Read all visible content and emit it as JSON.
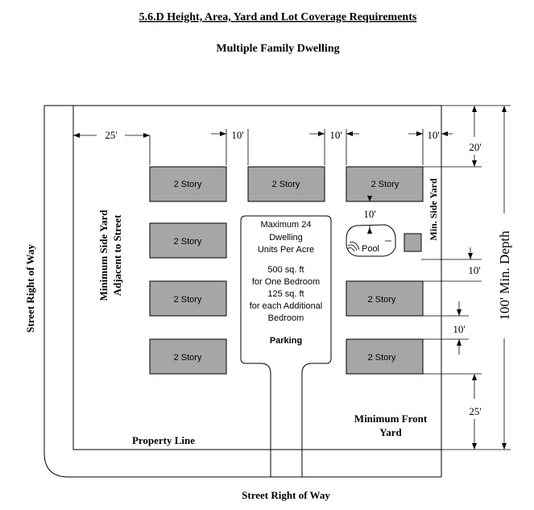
{
  "header": {
    "title": "5.6.D  Height, Area, Yard and Lot Coverage Requirements",
    "subtitle": "Multiple Family Dwelling"
  },
  "labels": {
    "street_left": "Street Right of Way",
    "street_bottom": "Street Right of Way",
    "side_yard_street_line1": "Minimum Side Yard",
    "side_yard_street_line2": "Adjacent to Street",
    "min_side_yard": "Min. Side Yard",
    "min_depth": "100' Min. Depth",
    "front_yard_line1": "Minimum Front",
    "front_yard_line2": "Yard",
    "property_line": "Property Line",
    "parking": "Parking",
    "pool": "Pool"
  },
  "center_text": [
    "Maximum 24",
    "Dwelling",
    "Units Per Acre",
    "",
    "500 sq. ft",
    "for One Bedroom",
    "125 sq. ft",
    "for each Additional",
    "Bedroom"
  ],
  "dimensions": {
    "left_setback": "25'",
    "gap_1": "10'",
    "gap_2": "10'",
    "gap_3": "10'",
    "top_yard": "20'",
    "pool_gap": "10'",
    "right_gap_1": "10'",
    "right_gap_2": "10'",
    "front_yard": "25'"
  },
  "buildings": [
    "2 Story",
    "2 Story",
    "2 Story",
    "2 Story",
    "2 Story",
    "2 Story",
    "2 Story",
    "2 Story"
  ]
}
